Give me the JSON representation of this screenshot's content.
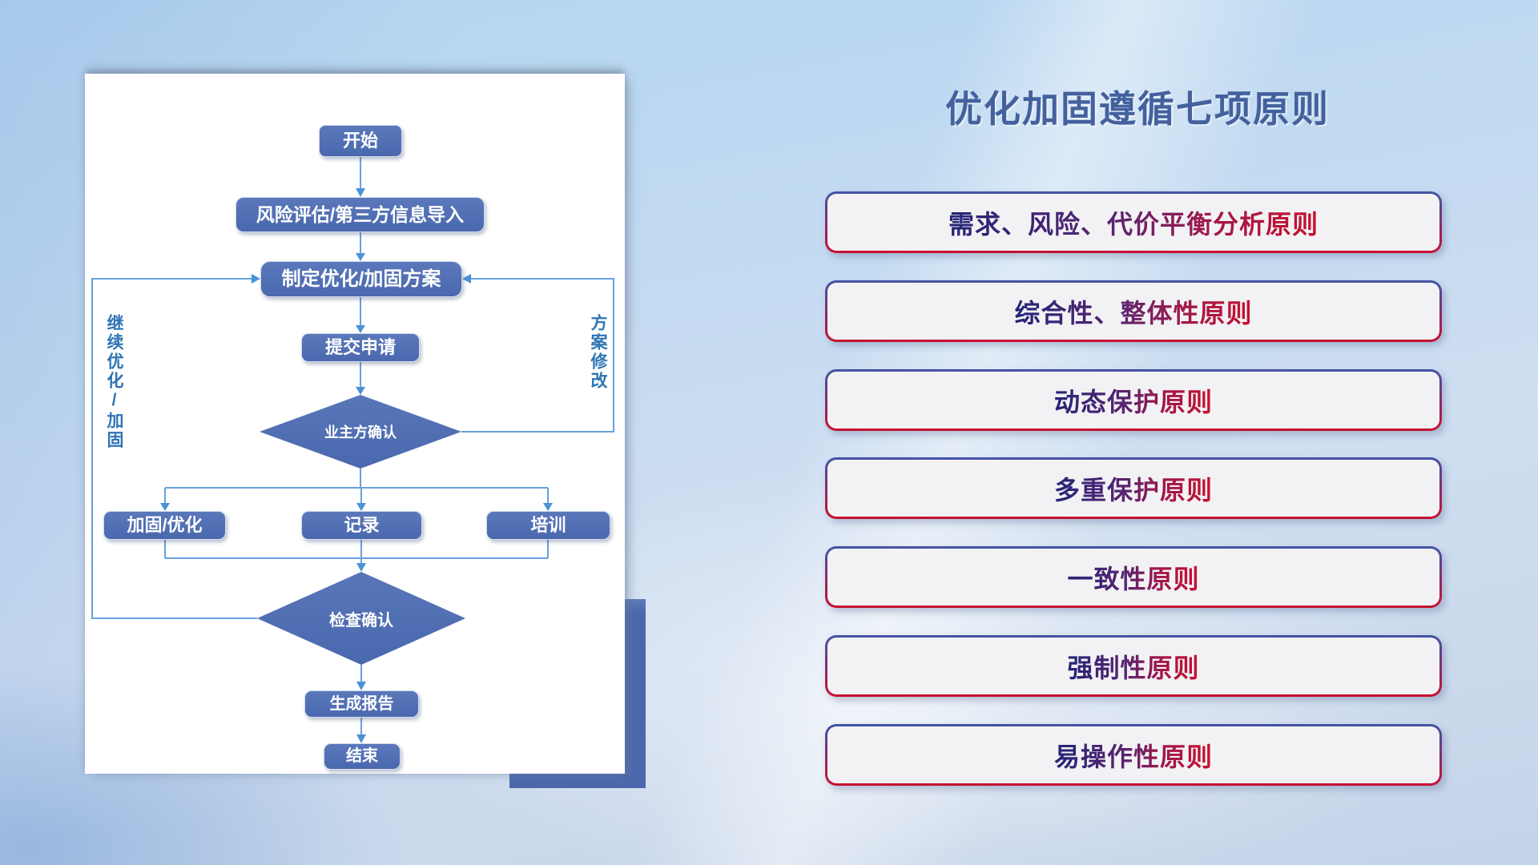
{
  "slide": {
    "title": "优化加固遵循七项原则",
    "flowchart": {
      "nodes": {
        "start": "开始",
        "risk": "风险评估/第三方信息导入",
        "plan": "制定优化/加固方案",
        "submit": "提交申请",
        "owner_confirm": "业主方确认",
        "reinforce": "加固/优化",
        "record": "记录",
        "training": "培训",
        "check_confirm": "检查确认",
        "report": "生成报告",
        "end": "结束"
      },
      "edge_labels": {
        "continue_loop": "继续优化/加固",
        "revise_loop": "方案修改"
      }
    },
    "principles": [
      "需求、风险、代价平衡分析原则",
      "综合性、整体性原则",
      "动态保护原则",
      "多重保护原则",
      "一致性原则",
      "强制性原则",
      "易操作性原则"
    ],
    "colors": {
      "node_fill": "#4D6BB0",
      "connector_line": "#66A2DC",
      "arrowhead": "#4B92D6",
      "title_text": "#44619E",
      "principle_fill": "#F2F2F4",
      "principle_text_start": "#232578",
      "principle_text_end": "#C8102E",
      "principle_border_top": "#4255A6",
      "principle_border_bottom": "#C8102E",
      "edge_label_text": "#2E74B5",
      "accent_block": "#4B68AD"
    }
  }
}
